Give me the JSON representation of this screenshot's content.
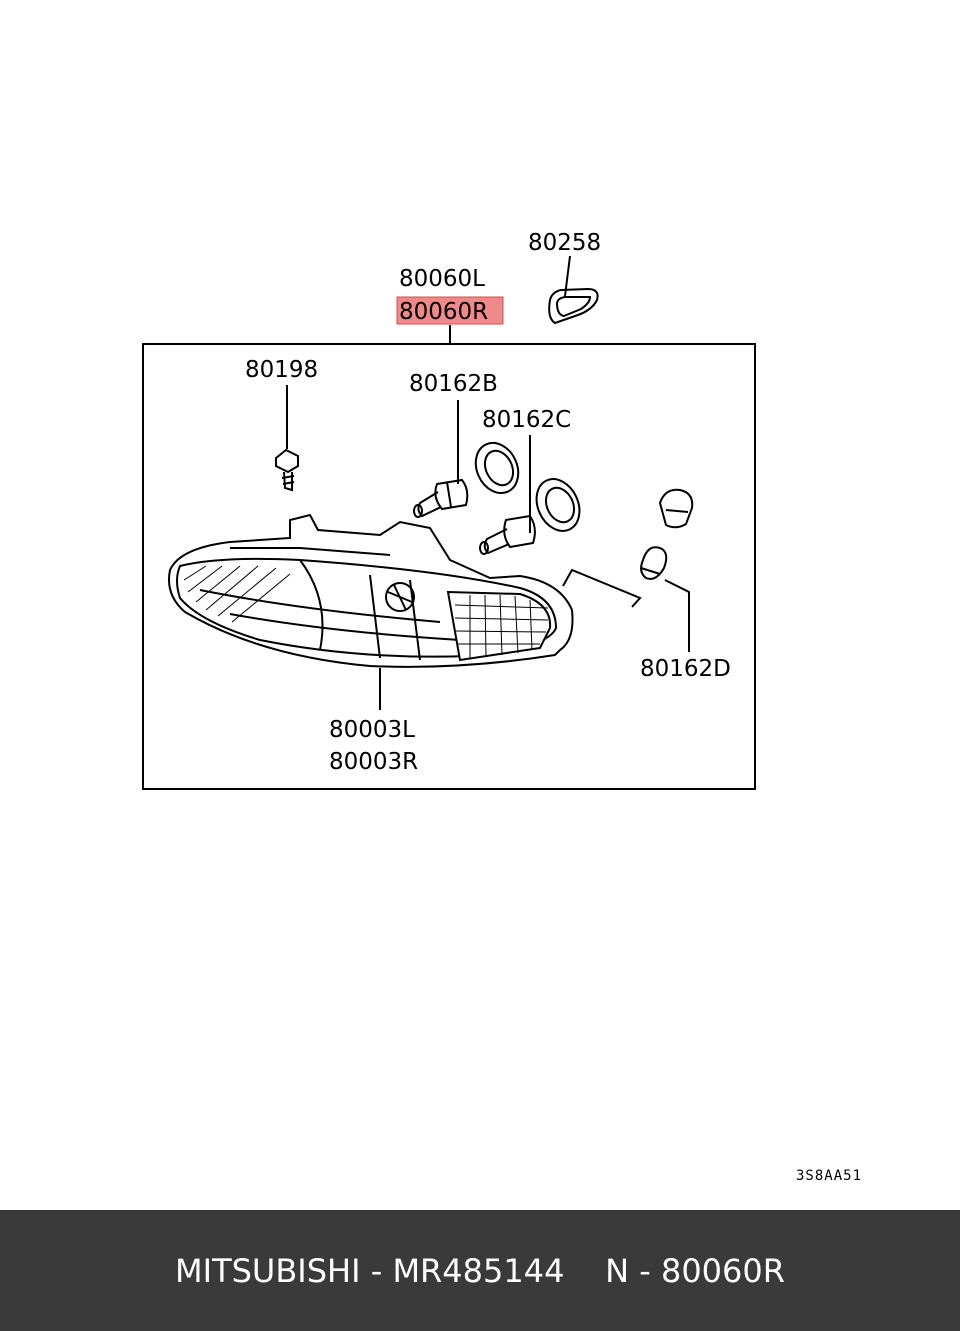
{
  "labels": {
    "assembly_left": "80060L",
    "assembly_right": "80060R",
    "gasket": "80258",
    "screw": "80198",
    "bulb_b": "80162B",
    "bulb_c": "80162C",
    "bulb_d": "80162D",
    "lens_left": "80003L",
    "lens_right": "80003R"
  },
  "diagram_code": "3S8AA51",
  "highlight_color": "#f08a8a",
  "footer": {
    "text": "MITSUBISHI - MR485144    N - 80060R",
    "background": "#3a3a3a"
  }
}
